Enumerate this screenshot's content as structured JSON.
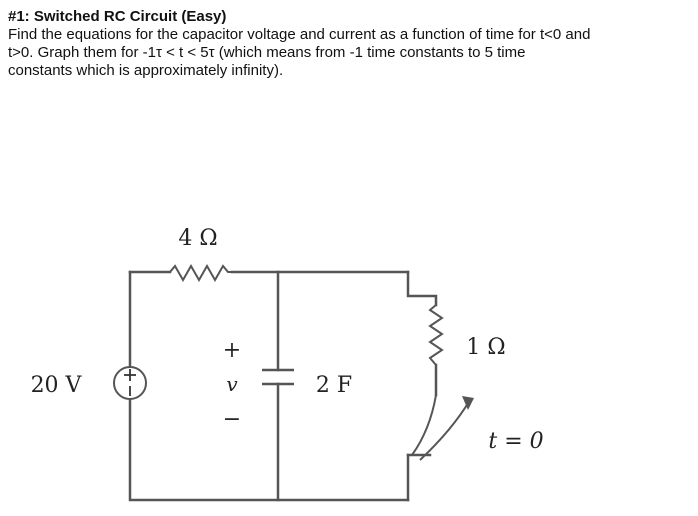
{
  "problem": {
    "title": "#1: Switched RC Circuit (Easy)",
    "lines": [
      "Find the equations for the capacitor voltage and current as a function of time for t<0 and",
      "t>0.  Graph them for -1τ < t < 5τ (which means from -1 time constants to 5 time",
      "constants which is approximately infinity)."
    ]
  },
  "circuit": {
    "r1_label": "4 Ω",
    "r2_label": "1 Ω",
    "source_label": "20 V",
    "cap_label": "2 F",
    "v_plus": "+",
    "v_symbol": "v",
    "v_minus": "−",
    "switch_label": "t = 0"
  },
  "colors": {
    "wire": "#555555",
    "text": "#111111"
  }
}
